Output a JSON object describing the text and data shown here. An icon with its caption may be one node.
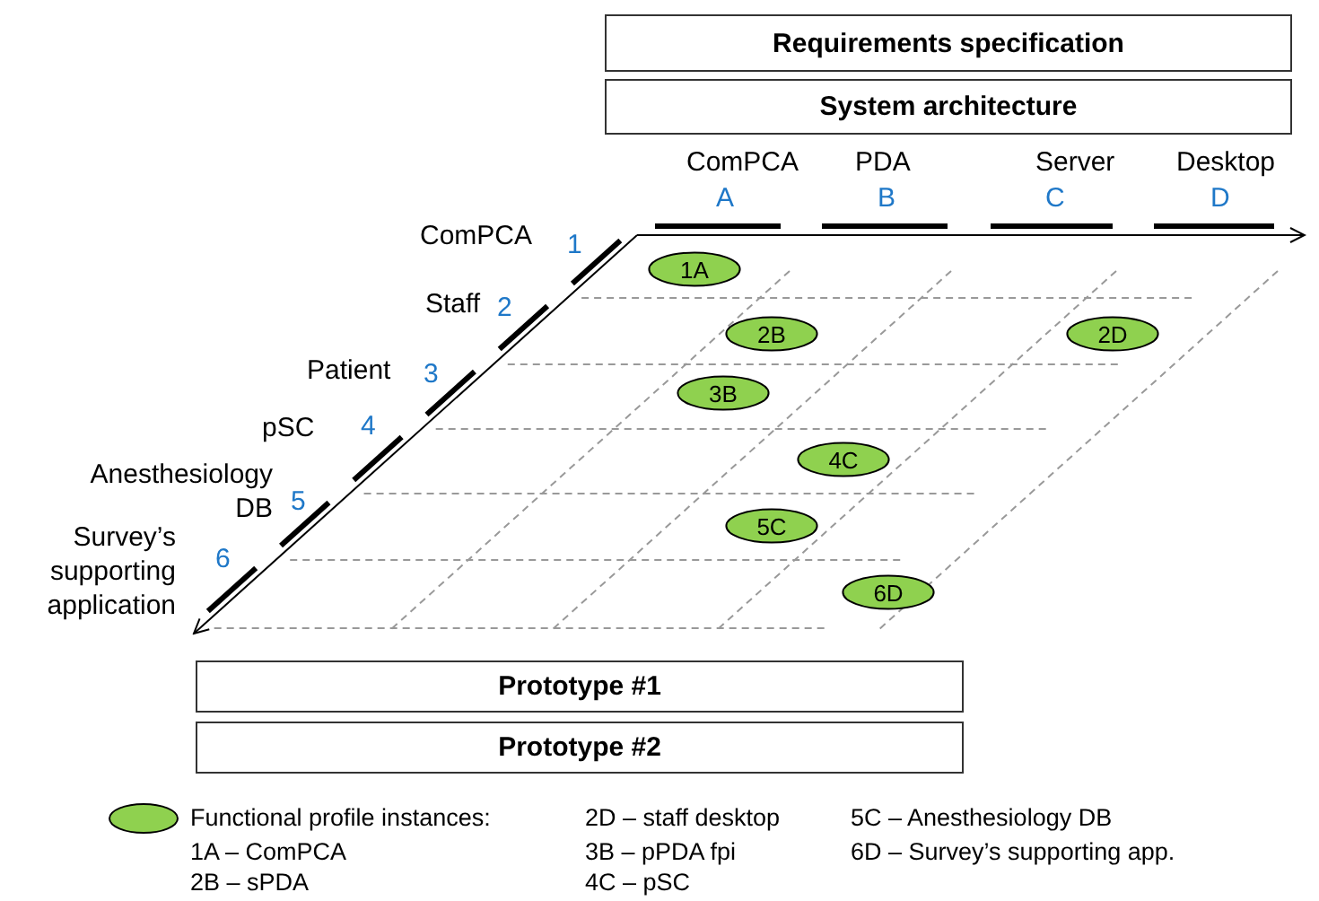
{
  "diagram": {
    "nodes": [
      {
        "text": [
          "Requirements specification"
        ]
      },
      {
        "text": [
          "System architecture"
        ]
      },
      {
        "text": [
          "1A"
        ]
      },
      {
        "text": [
          "2B"
        ]
      },
      {
        "text": [
          "2D"
        ]
      },
      {
        "text": [
          "3B"
        ]
      },
      {
        "text": [
          "4C"
        ]
      },
      {
        "text": [
          "5C"
        ]
      },
      {
        "text": [
          "6D"
        ]
      },
      {
        "text": [
          "Prototype #1"
        ]
      },
      {
        "text": [
          "Prototype #2"
        ]
      }
    ],
    "edges": [],
    "labels": [
      "ComPCA",
      "PDA",
      "Server",
      "Desktop",
      "A",
      "B",
      "C",
      "D",
      "ComPCA",
      "1",
      "Staff",
      "2",
      "Patient",
      "3",
      "pSC",
      "4",
      "Anesthesiology DB",
      "5",
      "Survey’s supporting application",
      "6",
      "1A – ComPCA",
      "2B – sPDA",
      "2D – staff desktop",
      "3B – pPDA fpi",
      "4C – pSC",
      "5C – Anesthesiology DB",
      "6D – Survey’s supporting  app."
    ],
    "legend": [
      {
        "text": "Functional profile instances:",
        "color": "#8fd14f"
      }
    ]
  }
}
